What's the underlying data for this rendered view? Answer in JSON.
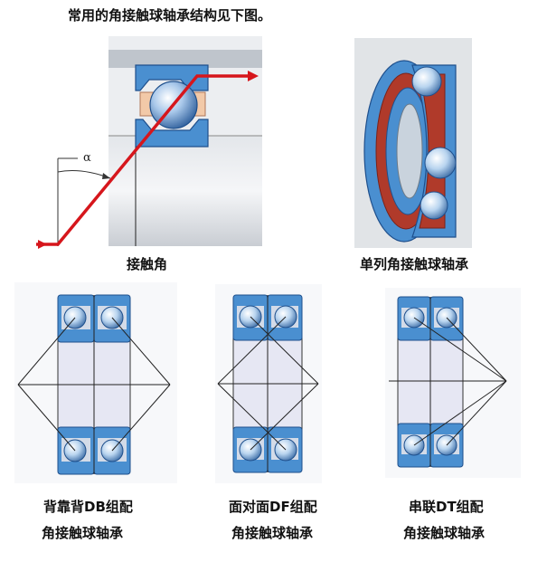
{
  "page": {
    "title": "常用的角接触球轴承结构见下图。"
  },
  "figures": {
    "contact_angle": {
      "caption": "接触角",
      "angle_symbol": "α"
    },
    "single_row": {
      "caption": "单列角接触球轴承"
    },
    "db": {
      "caption_line1": "背靠背DB组配",
      "caption_line2": "角接触球轴承"
    },
    "df": {
      "caption_line1": "面对面DF组配",
      "caption_line2": "角接触球轴承"
    },
    "dt": {
      "caption_line1": "串联DT组配",
      "caption_line2": "角接触球轴承"
    }
  },
  "colors": {
    "ring_blue": "#4a8fd0",
    "ring_outline": "#1e4f8c",
    "cage_red": "#c0392b",
    "line_red": "#d6161c",
    "housing_gray": "#cfd3d8",
    "ball_light": "#e8f2fb",
    "ball_dark": "#3f6fa8"
  }
}
